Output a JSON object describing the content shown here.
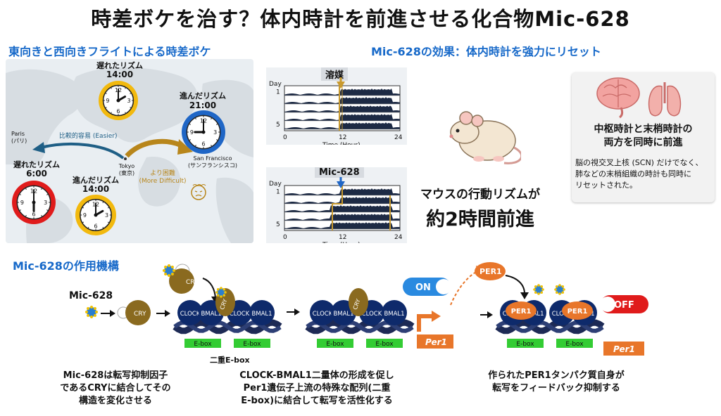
{
  "title": "時差ボケを治す？体内時計を前進させる化合物Mic-628",
  "left_section": {
    "heading": "東向きと西向きフライトによる時差ボケ",
    "clock_top": {
      "label": "遅れたリズム",
      "time": "14:00"
    },
    "clock_right": {
      "label": "進んだリズム",
      "time": "21:00"
    },
    "clock_left": {
      "label": "遅れたリズム",
      "time": "6:00"
    },
    "clock_bottom": {
      "label": "進んだリズム",
      "time": "14:00"
    },
    "paris": {
      "name": "Paris",
      "sub": "(パリ)"
    },
    "tokyo": {
      "name": "Tokyo",
      "sub": "(東京)"
    },
    "sf": {
      "name": "San Francisco",
      "sub": "(サンフランシスコ)"
    },
    "west_arrow": "比較的容易 (Easier)",
    "east_arrow_1": "より困難",
    "east_arrow_2": "(More Difficult)",
    "colors": {
      "yellow": "#f2b90e",
      "blue": "#1f66c6",
      "red": "#e01b1b",
      "brown": "#b8861b",
      "teal": "#1f5f86"
    }
  },
  "effect_section": {
    "heading": "Mic-628の効果：体内時計を強力にリセット",
    "actogram_top": {
      "label": "溶媒",
      "ylabel": "Day",
      "y_ticks": [
        "1",
        "5"
      ],
      "x_ticks": [
        "0",
        "12",
        "24"
      ],
      "xlabel": "Time (Hour)"
    },
    "actogram_bottom": {
      "label": "Mic-628",
      "ylabel": "Day",
      "y_ticks": [
        "1",
        "5"
      ],
      "x_ticks": [
        "0",
        "12",
        "24"
      ],
      "xlabel": "Time (Hour)"
    },
    "result_line1": "マウスの行動リズムが",
    "result_line2": "約2時間前進",
    "card_title_1": "中枢時計と末梢時計の",
    "card_title_2": "両方を同時に前進",
    "card_body": [
      "脳の視交叉上核 (SCN) だけでなく、",
      "肺などの末梢組織の時計も同時に",
      "リセットされた。"
    ]
  },
  "mechanism": {
    "heading": "Mic-628の作用機構",
    "compound": "Mic-628",
    "cry": "CRY",
    "clock": "CLOCK",
    "bmal": "BMAL1",
    "ebox": "E-box",
    "dual_ebox": "二重E-box",
    "per1_gene": "Per1",
    "per1_protein": "PER1",
    "on": "ON",
    "off": "OFF",
    "desc1": [
      "Mic-628は転写抑制因子",
      "であるCRYに結合してその",
      "構造を変化させる"
    ],
    "desc2": [
      "CLOCK-BMAL1二量体の形成を促し",
      "Per1遺伝子上流の特殊な配列(二重",
      "E-box)に結合して転写を活性化する"
    ],
    "desc3": [
      "作られたPER1タンパク質自身が",
      "転写をフィードバック抑制する"
    ]
  }
}
